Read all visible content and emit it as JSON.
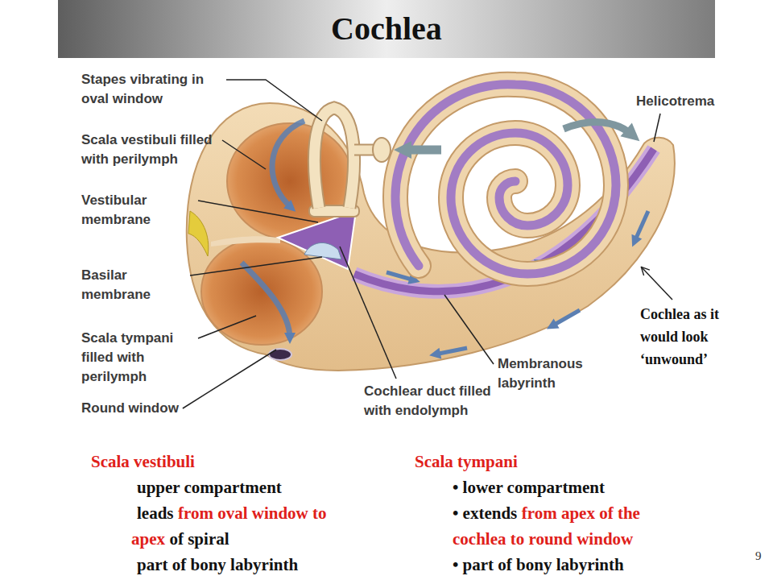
{
  "diagram": {
    "title": "Cochlea",
    "labels": [
      "Stapes vibrating in oval window",
      "Scala vestibuli filled with perilymph",
      "Vestibular membrane",
      "Basilar membrane",
      "Scala tympani filled with perilymph",
      "Round window",
      "Helicotrema",
      "Cochlea as it would look ‘unwound’",
      "Membranous labyrinth",
      "Cochlear duct filled with endolymph",
      "Scala vestibuli",
      "upper compartment",
      "leads",
      "from oval window to",
      "apex",
      "of spiral",
      "part of bony labyrinth",
      "Scala tympani",
      "• lower compartment",
      "• extends",
      "from apex of the",
      "cochlea to round window",
      "• part of bony labyrinth",
      "9"
    ]
  }
}
